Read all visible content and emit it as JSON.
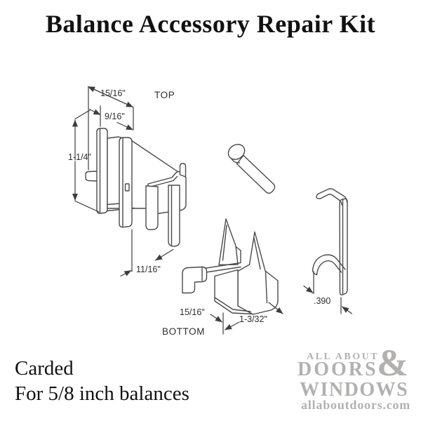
{
  "title": "Balance Accessory Repair Kit",
  "footer": {
    "packaging": "Carded",
    "fits": "For 5/8 inch balances"
  },
  "diagram": {
    "top_part": {
      "label": "TOP",
      "dim_width": "15/16\"",
      "dim_inner_width": "9/16\"",
      "dim_height": "1-1/4\"",
      "dim_leg_spacing": "11/16\""
    },
    "bottom_part": {
      "label": "BOTTOM",
      "dim_width": "15/16\"",
      "dim_depth": "1-3/32\""
    },
    "clip_part": {
      "dim_thickness": ".390"
    }
  },
  "logo": {
    "top_line": "ALL ABOUT",
    "ampersand": "&",
    "middle_line": "DOORS",
    "bottom_line": "WINDOWS",
    "website": "allaboutdoors.com"
  },
  "colors": {
    "line_art": "#4a4a4a",
    "dimension_lines": "#3d3d3d",
    "text": "#111111",
    "logo_gray": "#b2b1b0",
    "background": "#ffffff"
  }
}
